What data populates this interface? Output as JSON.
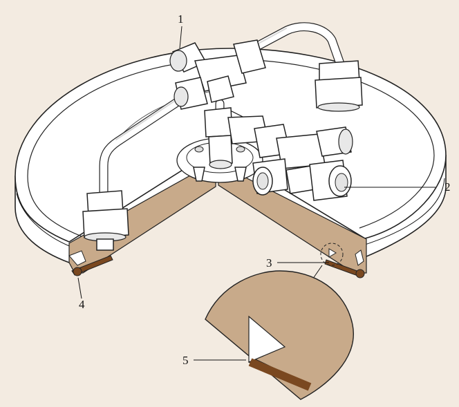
{
  "diagram": {
    "background": "#f3ebe1",
    "colors": {
      "cut_surface": "#c8aa8a",
      "gasket": "#7a4820",
      "outline": "#222222",
      "body": "#ffffff"
    },
    "labels": [
      {
        "id": "1",
        "text": "1",
        "target": "tee-fitting-top"
      },
      {
        "id": "2",
        "text": "2",
        "target": "outlet-fitting-right"
      },
      {
        "id": "3",
        "text": "3",
        "target": "triangular-groove"
      },
      {
        "id": "4",
        "text": "4",
        "target": "gasket-left"
      },
      {
        "id": "5",
        "text": "5",
        "target": "groove-detail-corner"
      }
    ]
  }
}
